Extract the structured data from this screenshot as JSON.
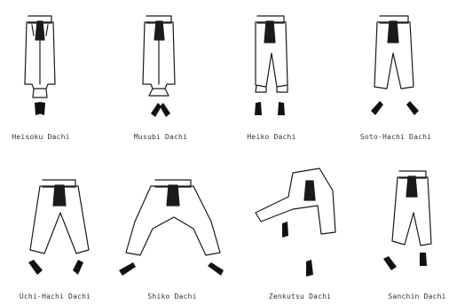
{
  "stances": [
    {
      "label": "Heisoku Dachi"
    },
    {
      "label": "Musubi Dachi"
    },
    {
      "label": "Heiko Dachi"
    },
    {
      "label": "Soto-Hachi Dachi"
    },
    {
      "label": "Uchi-Hachi Dachi"
    },
    {
      "label": "Shiko Dachi"
    },
    {
      "label": "Zenkutsu Dachi"
    },
    {
      "label": "Sanchin Dachi"
    }
  ],
  "colors": {
    "ink": "#1a1a1a",
    "foot": "#111111",
    "background": "#ffffff"
  }
}
